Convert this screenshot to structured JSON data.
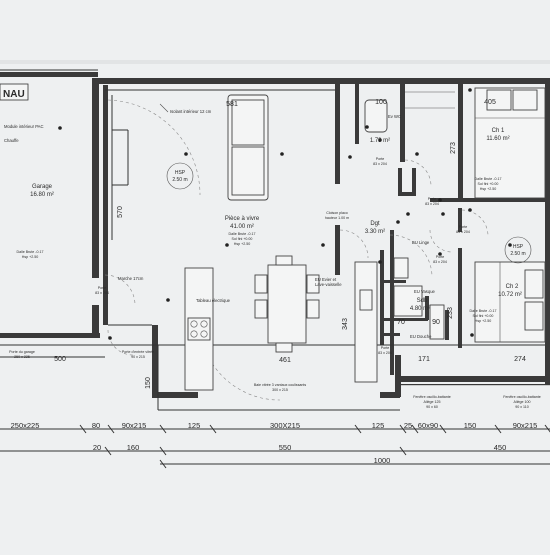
{
  "rooms": {
    "garage": {
      "title": "Garage",
      "area": "16.80 m²",
      "notes": [
        "Dalle Brute -0.17",
        "Hsp +2.50"
      ]
    },
    "piece_vivre": {
      "title": "Pièce à vivre",
      "area": "41.00 m²",
      "notes": [
        "Dalle Brute -0.17",
        "Sol fini +0.00",
        "Hsp +2.50"
      ]
    },
    "wc": {
      "area": "1.73 m²"
    },
    "dgt": {
      "title": "Dgt",
      "area": "3.30 m²"
    },
    "sdb": {
      "title": "Sdb",
      "area": "4.80 m²"
    },
    "ch1": {
      "title": "Ch 1",
      "area": "11.60 m²",
      "notes": [
        "Dalle Brute -0.17",
        "Sol fini +0.00",
        "Hsp +2.50"
      ]
    },
    "ch2": {
      "title": "Ch 2",
      "area": "10.72 m²",
      "notes": [
        "Dalle Brute -0.17",
        "Sol fini +0.00",
        "Hsp +2.50"
      ]
    }
  },
  "hsp_marks": {
    "living": {
      "label": "HSP",
      "value": "2.50 m"
    },
    "ch2": {
      "label": "HSP",
      "value": "2.50 m"
    }
  },
  "header": {
    "title_fragment": "NAU"
  },
  "labels": {
    "isolant": "Isolant intérieur 12 cm",
    "module": "Module intérieur PAC",
    "chauffe": "Chauffe",
    "ev_wc": "Ev WC",
    "cloison": "Cloison placo",
    "hauteur": "hauteur 1.00 m",
    "eu_linge": "EU Linge",
    "eu_evier_1": "EU Evier et",
    "eu_evier_2": "Lave-vaisselle",
    "eu_vasque": "EU Vasque",
    "eu_douche": "EU Douche",
    "marche": "Marche 17cm",
    "tableau": "Tableau électrique",
    "porte": "Porte",
    "porte_size": "83 x 204",
    "porte_garage": "Porte du garage",
    "porte_garage_size": "250 x 225",
    "porte_entree": "Porte d'entrée vitrée",
    "porte_entree_size": "90 x 215",
    "baie_1": "Baie vitrée 3 vantaux coulissants",
    "baie_2": "300 x 215",
    "fen1_1": "Fenêtre oscillo-battante",
    "fen1_2": "Allège 125",
    "fen1_3": "90 x 60",
    "fen2_1": "Fenêtre oscillo-battante",
    "fen2_2": "Allège 100",
    "fen2_3": "90 x 110"
  },
  "inner_dims": {
    "d570": "570",
    "d461": "461",
    "d343": "343",
    "d100": "100",
    "d405": "405",
    "d273": "273",
    "d274": "274",
    "d171": "171",
    "d90": "90",
    "d70": "70",
    "d233": "233",
    "d500": "500",
    "d150": "150",
    "d581": "581"
  },
  "dimension_row1": [
    "250x225",
    "80",
    "90x215",
    "125",
    "300X215",
    "125",
    "25",
    "60x90",
    "150",
    "90x215"
  ],
  "dimension_row2": [
    "20",
    "160",
    "550",
    "450"
  ],
  "dimension_row3": [
    "1000"
  ]
}
